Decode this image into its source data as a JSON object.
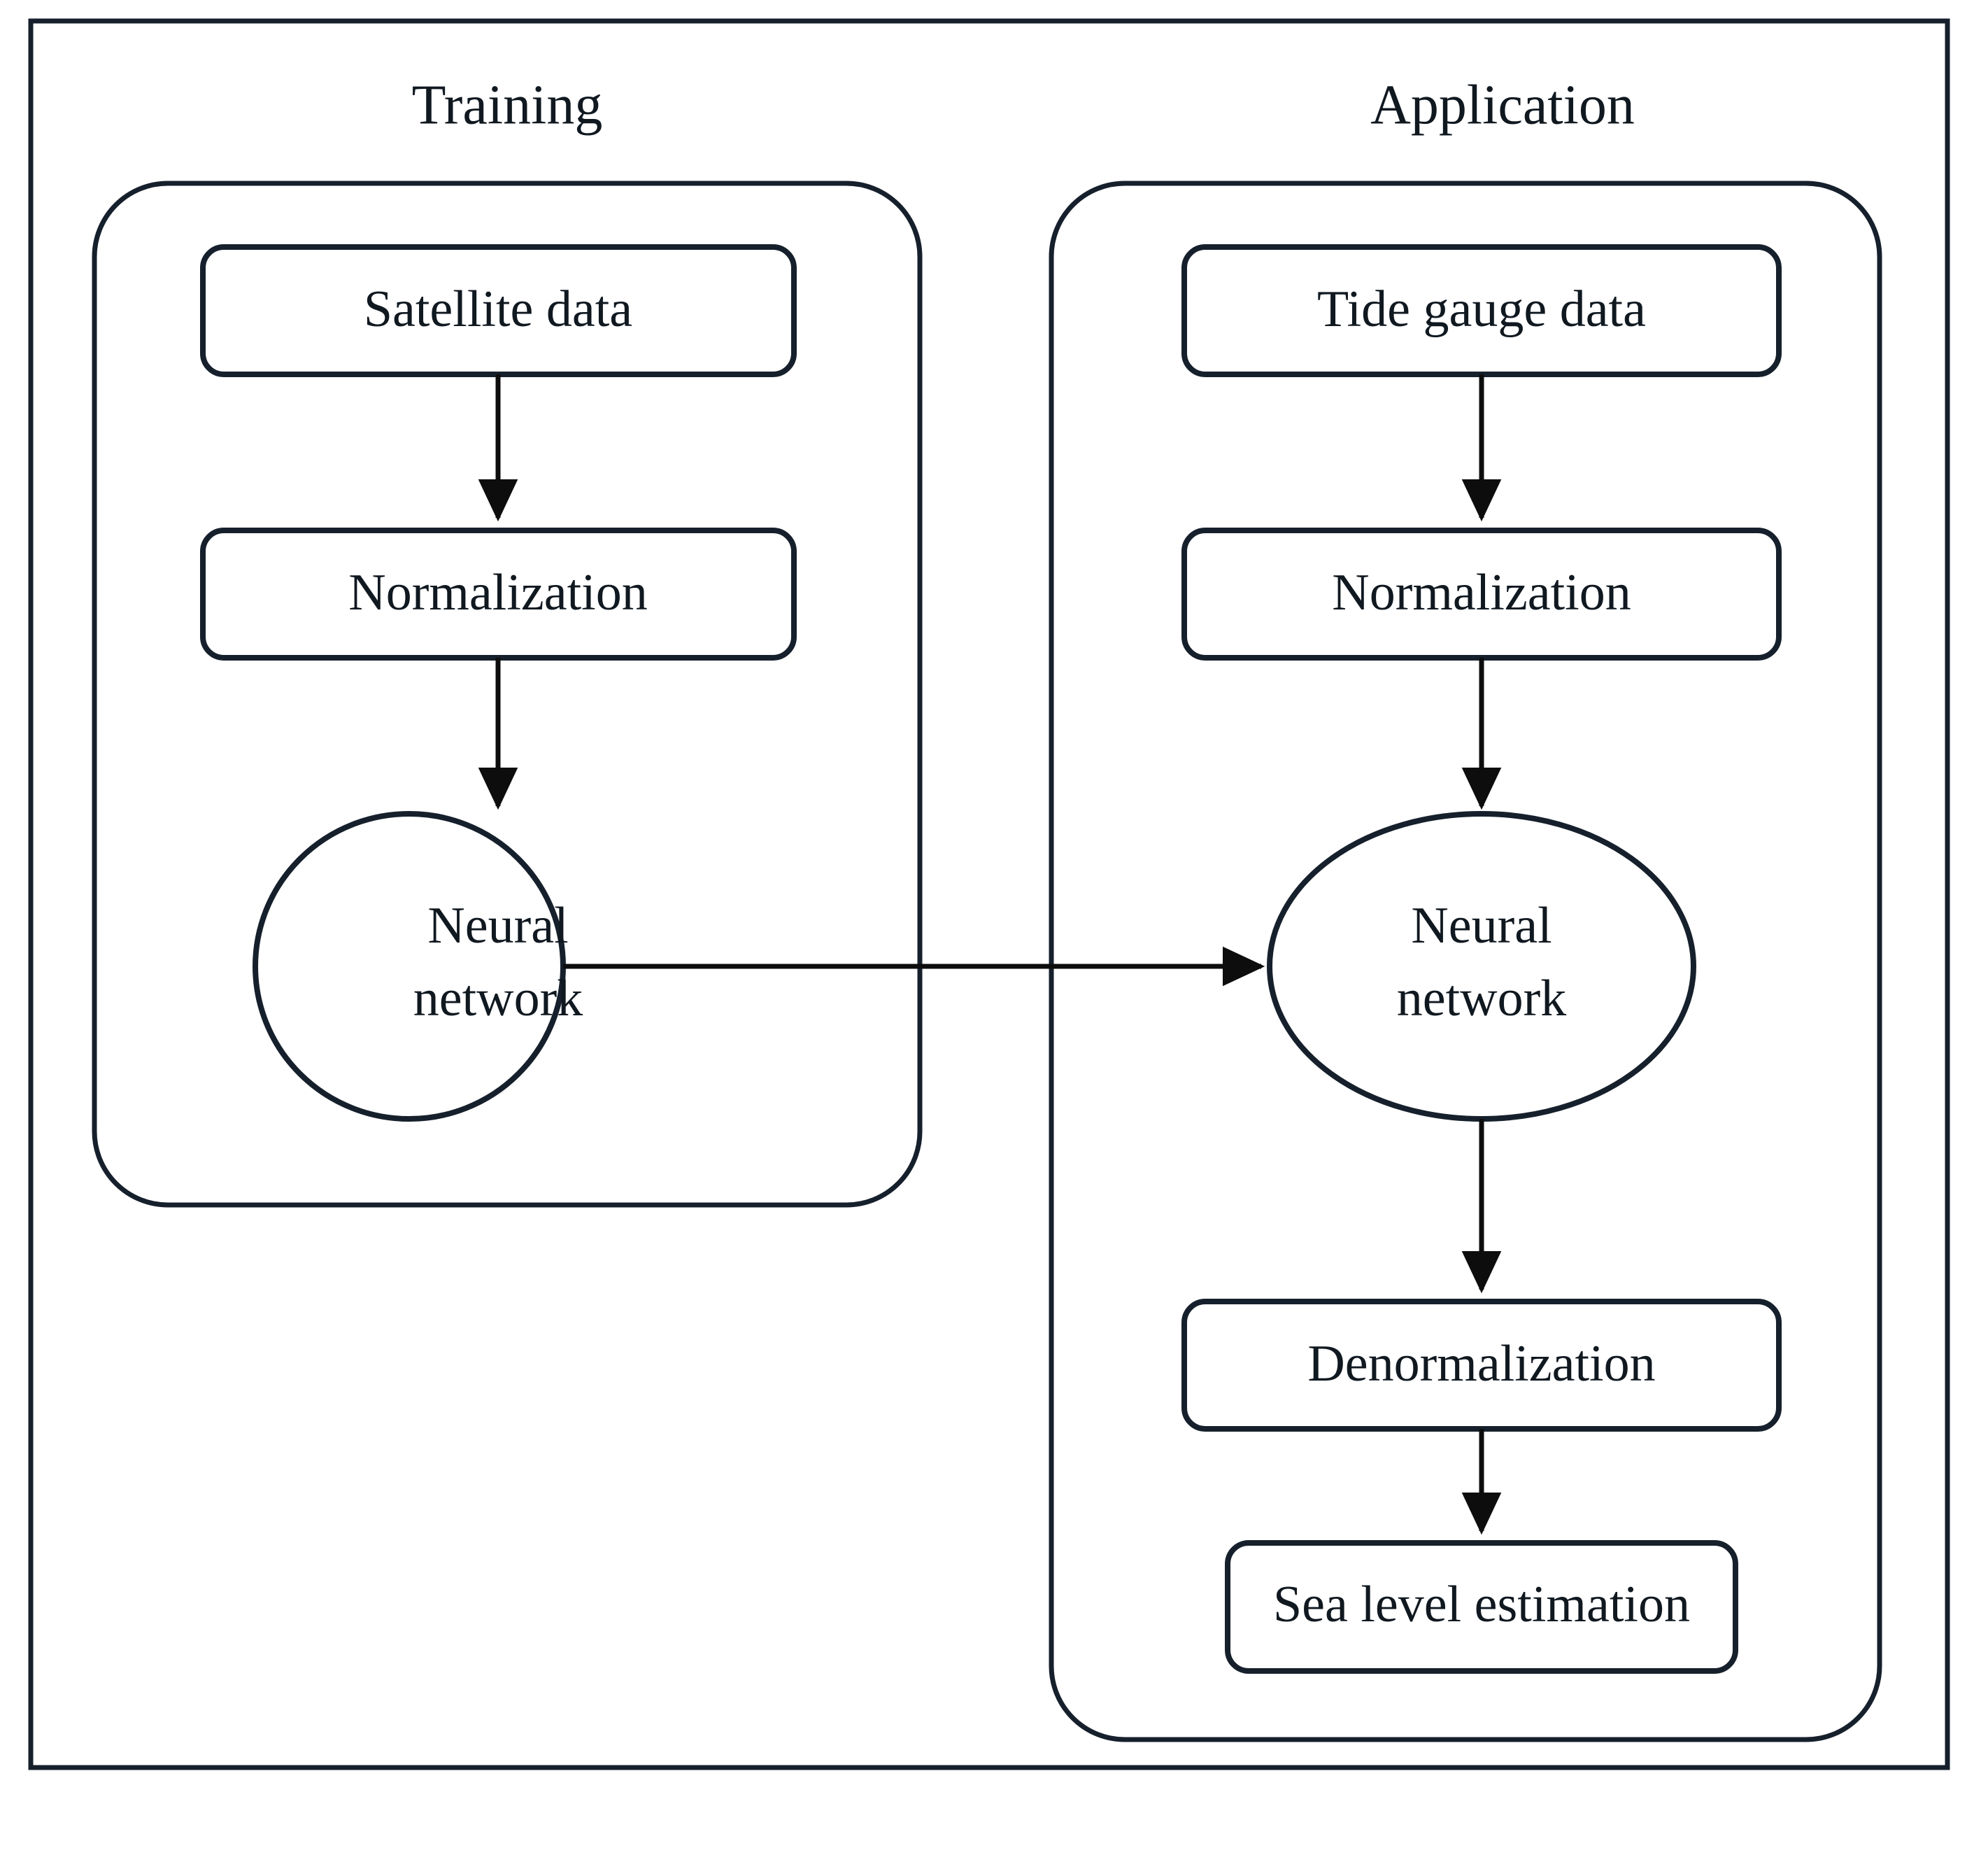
{
  "diagram": {
    "title": "Neural network sea level estimation workflow",
    "colors": {
      "stroke": "#16202c",
      "connector": "#0d0d0d",
      "text": "#101820",
      "background": "#ffffff"
    },
    "groups": [
      {
        "id": "training",
        "title": "Training",
        "nodes": [
          {
            "id": "satellite-data",
            "label": "Satellite data",
            "shape": "rounded-rect"
          },
          {
            "id": "normalization-training",
            "label": "Normalization",
            "shape": "rounded-rect"
          },
          {
            "id": "neural-network-training",
            "label_line1": "Neural",
            "label_line2": "network",
            "shape": "ellipse"
          }
        ]
      },
      {
        "id": "application",
        "title": "Application",
        "nodes": [
          {
            "id": "tide-gauge-data",
            "label": "Tide gauge data",
            "shape": "rounded-rect"
          },
          {
            "id": "normalization-application",
            "label": "Normalization",
            "shape": "rounded-rect"
          },
          {
            "id": "neural-network-application",
            "label_line1": "Neural",
            "label_line2": "network",
            "shape": "ellipse"
          },
          {
            "id": "denormalization",
            "label": "Denormalization",
            "shape": "rounded-rect"
          },
          {
            "id": "sea-level-estimation",
            "label": "Sea level estimation",
            "shape": "rounded-rect"
          }
        ]
      }
    ],
    "edges": [
      {
        "from": "satellite-data",
        "to": "normalization-training",
        "direction": "down"
      },
      {
        "from": "normalization-training",
        "to": "neural-network-training",
        "direction": "down"
      },
      {
        "from": "neural-network-training",
        "to": "neural-network-application",
        "direction": "right"
      },
      {
        "from": "tide-gauge-data",
        "to": "normalization-application",
        "direction": "down"
      },
      {
        "from": "normalization-application",
        "to": "neural-network-application",
        "direction": "down"
      },
      {
        "from": "neural-network-application",
        "to": "denormalization",
        "direction": "down"
      },
      {
        "from": "denormalization",
        "to": "sea-level-estimation",
        "direction": "down"
      }
    ]
  }
}
